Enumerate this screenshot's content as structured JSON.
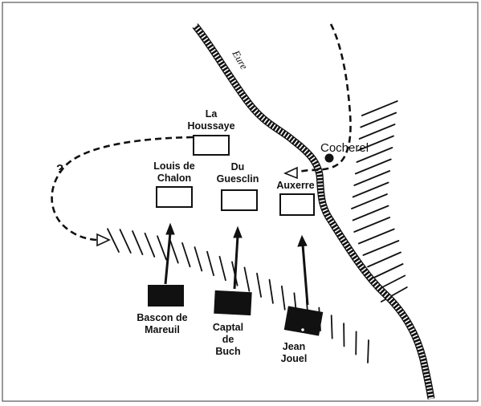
{
  "river": {
    "name": "Eure"
  },
  "town": {
    "name": "Cocherel"
  },
  "question_mark": "?",
  "french_units": [
    {
      "id": "la-houssaye",
      "lines": [
        "La",
        "Houssaye"
      ]
    },
    {
      "id": "louis-de-chalon",
      "lines": [
        "Louis de",
        "Chalon"
      ]
    },
    {
      "id": "du-guesclin",
      "lines": [
        "Du",
        "Guesclin"
      ]
    },
    {
      "id": "auxerre",
      "lines": [
        "Auxerre"
      ]
    }
  ],
  "navarrese_units": [
    {
      "id": "bascon-de-mareuil",
      "lines": [
        "Bascon de",
        "Mareuil"
      ]
    },
    {
      "id": "captal-de-buch",
      "lines": [
        "Captal",
        "de",
        "Buch"
      ]
    },
    {
      "id": "jean-jouel",
      "lines": [
        "Jean",
        "Jouel"
      ]
    }
  ],
  "colors": {
    "ink": "#111111",
    "paper": "#ffffff",
    "frame": "#555555"
  }
}
